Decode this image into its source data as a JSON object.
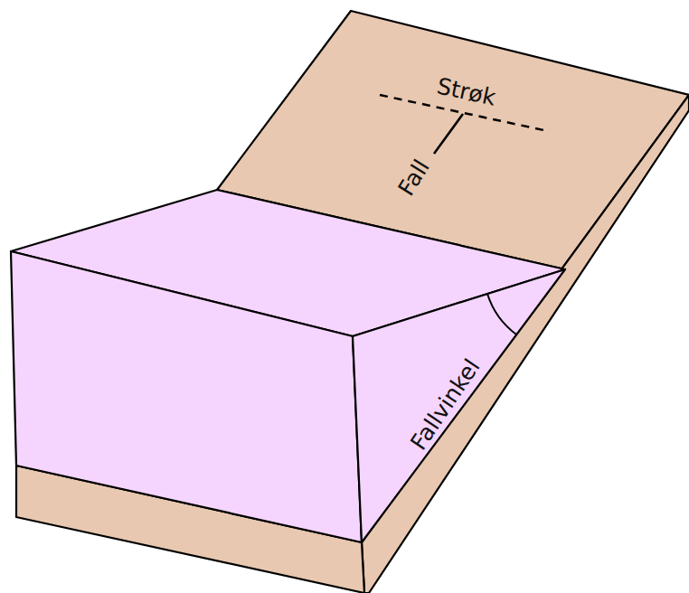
{
  "diagram": {
    "labels": [
      "Strøk",
      "Fall",
      "Fallvinkel"
    ]
  }
}
